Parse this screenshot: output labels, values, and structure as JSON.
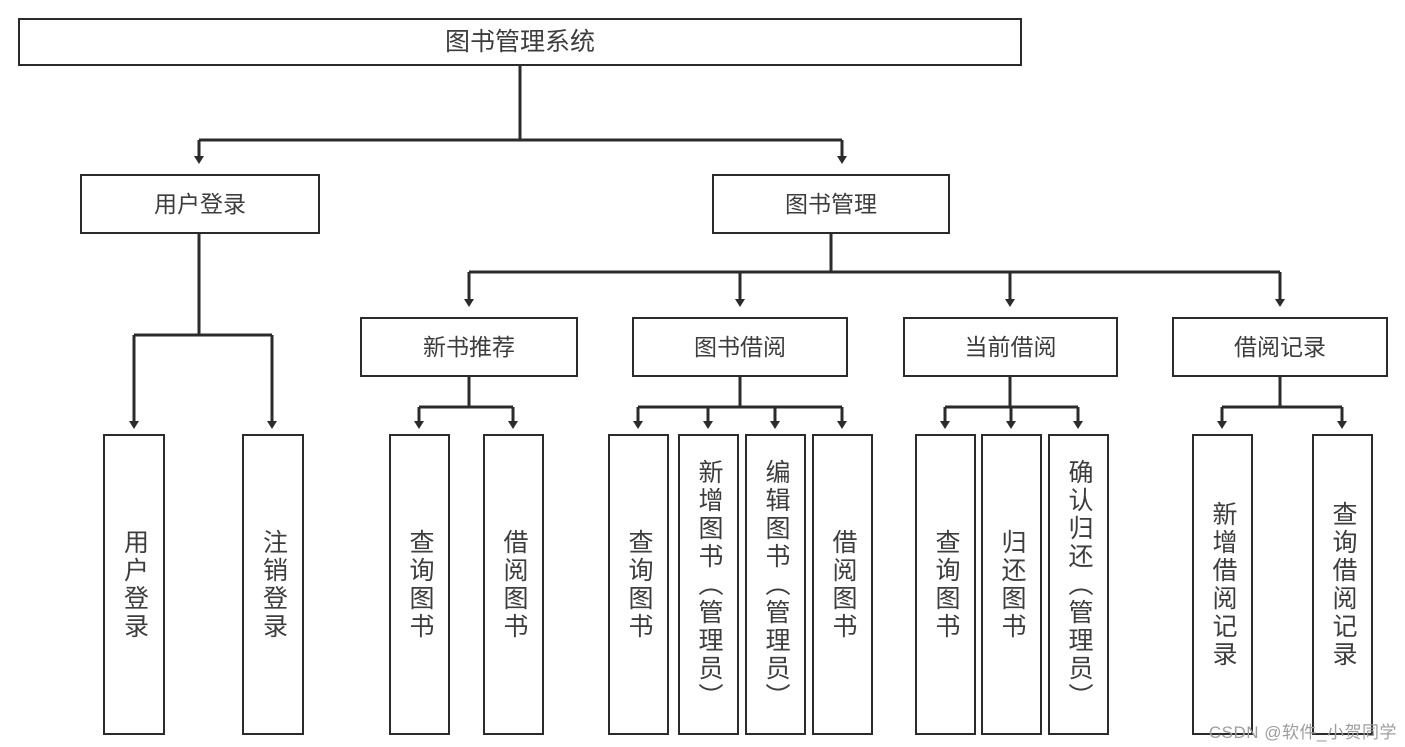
{
  "diagram": {
    "title": "图书管理系统",
    "type": "tree-hierarchy",
    "colors": {
      "border": "#2b2b2b",
      "text": "#3d3d3d",
      "background": "#ffffff",
      "edge": "#2b2b2b",
      "watermark": "#9d9d9d"
    },
    "root": {
      "label": "图书管理系统"
    },
    "level1": [
      {
        "label": "用户登录"
      },
      {
        "label": "图书管理"
      }
    ],
    "level2": [
      {
        "label": "新书推荐"
      },
      {
        "label": "图书借阅"
      },
      {
        "label": "当前借阅"
      },
      {
        "label": "借阅记录"
      }
    ],
    "leaves": {
      "user_login": [
        {
          "label": "用户登录"
        },
        {
          "label": "注销登录"
        }
      ],
      "new_book_recommend": [
        {
          "label": "查询图书"
        },
        {
          "label": "借阅图书"
        }
      ],
      "book_borrow": [
        {
          "label": "查询图书"
        },
        {
          "label": "新增图书（管理员）"
        },
        {
          "label": "编辑图书（管理员）"
        },
        {
          "label": "借阅图书"
        }
      ],
      "current_borrow": [
        {
          "label": "查询图书"
        },
        {
          "label": "归还图书"
        },
        {
          "label": "确认归还（管理员）"
        }
      ],
      "borrow_record": [
        {
          "label": "新增借阅记录"
        },
        {
          "label": "查询借阅记录"
        }
      ]
    },
    "watermark": "CSDN @软件_小贺同学"
  }
}
